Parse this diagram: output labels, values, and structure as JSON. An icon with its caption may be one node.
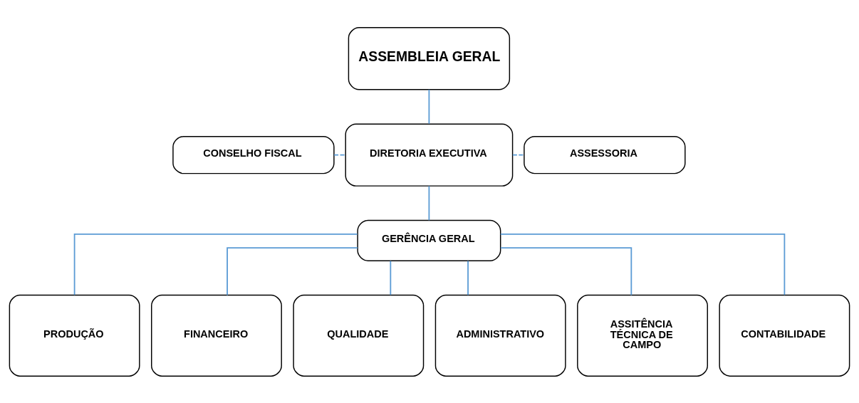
{
  "diagram": {
    "nodes": [
      {
        "text": [
          "ASSEMBLEIA GERAL"
        ]
      },
      {
        "text": [
          "CONSELHO FISCAL"
        ]
      },
      {
        "text": [
          "DIRETORIA EXECUTIVA"
        ]
      },
      {
        "text": [
          "ASSESSORIA"
        ]
      },
      {
        "text": [
          "GERÊNCIA GERAL"
        ]
      },
      {
        "text": [
          "PRODUÇÃO"
        ]
      },
      {
        "text": [
          "FINANCEIRO"
        ]
      },
      {
        "text": [
          "QUALIDADE"
        ]
      },
      {
        "text": [
          "ADMINISTRATIVO"
        ]
      },
      {
        "text": [
          "ASSITÊNCIA TÉCNICA DE CAMPO"
        ]
      },
      {
        "text": [
          "CONTABILIDADE"
        ]
      }
    ],
    "edges": [
      {
        "from": 0,
        "to": 2,
        "arrow": "none"
      },
      {
        "from": 1,
        "to": 2,
        "arrow": "none",
        "style": "dashed"
      },
      {
        "from": 2,
        "to": 3,
        "arrow": "none",
        "style": "dashed"
      },
      {
        "from": 2,
        "to": 4,
        "arrow": "none"
      },
      {
        "from": 4,
        "to": 5,
        "arrow": "none"
      },
      {
        "from": 4,
        "to": 6,
        "arrow": "none"
      },
      {
        "from": 4,
        "to": 7,
        "arrow": "none"
      },
      {
        "from": 4,
        "to": 8,
        "arrow": "none"
      },
      {
        "from": 4,
        "to": 9,
        "arrow": "none"
      },
      {
        "from": 4,
        "to": 10,
        "arrow": "none"
      }
    ]
  }
}
